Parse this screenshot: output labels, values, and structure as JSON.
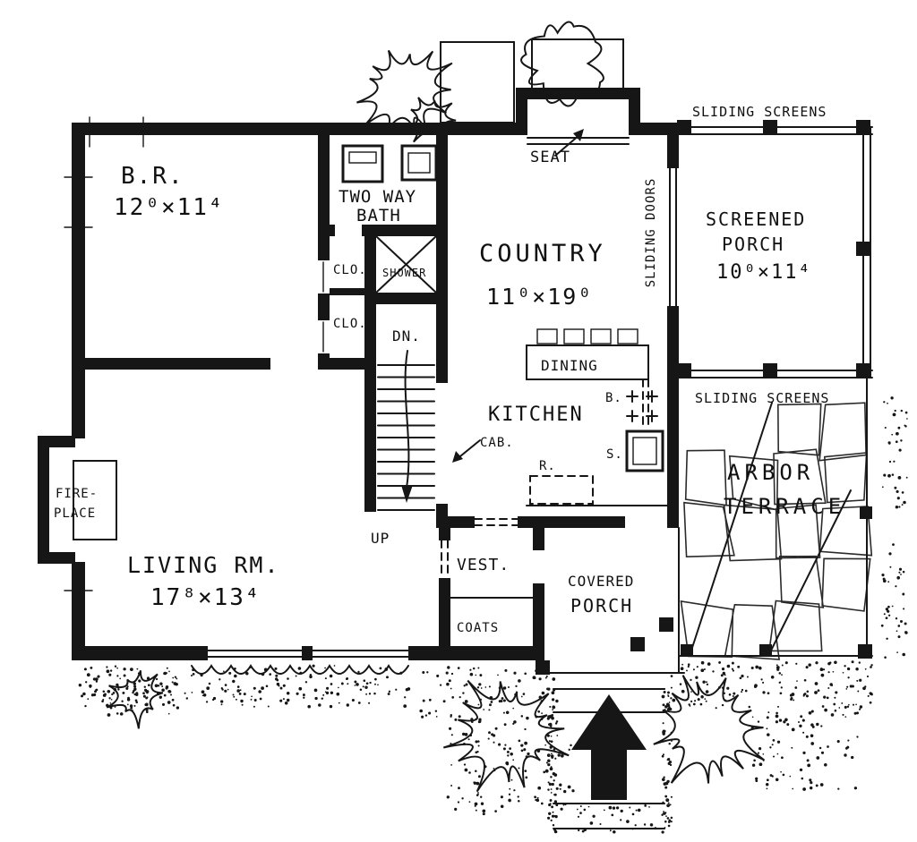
{
  "colors": {
    "ink": "#161616",
    "paper": "#ffffff"
  },
  "rooms": {
    "bedroom": {
      "name": "B.R.",
      "dims": "12⁰×11⁴"
    },
    "bath": {
      "name_line1": "TWO WAY",
      "name_line2": "BATH"
    },
    "country": {
      "name": "COUNTRY",
      "dims": "11⁰×19⁰"
    },
    "screened_porch": {
      "name_line1": "SCREENED",
      "name_line2": "PORCH",
      "dims": "10⁰×11⁴"
    },
    "kitchen": {
      "name": "KITCHEN"
    },
    "dining": {
      "name": "DINING"
    },
    "living": {
      "name": "LIVING RM.",
      "dims": "17⁸×13⁴"
    },
    "vestibule": {
      "name": "VEST."
    },
    "covered_porch": {
      "name_line1": "COVERED",
      "name_line2": "PORCH"
    },
    "arbor_terrace": {
      "name_line1": "ARBOR",
      "name_line2": "TERRACE"
    },
    "fireplace": {
      "name_line1": "FIRE-",
      "name_line2": "PLACE"
    }
  },
  "annotations": {
    "sliding_screens_top": "SLIDING  SCREENS",
    "sliding_screens_middle": "SLIDING  SCREENS",
    "sliding_doors": "SLIDING  DOORS",
    "seat": "SEAT",
    "closet_upper": "CLO.",
    "closet_lower": "CLO.",
    "shower": "SHOWER",
    "stairs_down": "DN.",
    "stairs_up": "UP",
    "cabinet": "CAB.",
    "range": "R.",
    "sink": "S.",
    "broom": "B.",
    "coats": "COATS"
  }
}
